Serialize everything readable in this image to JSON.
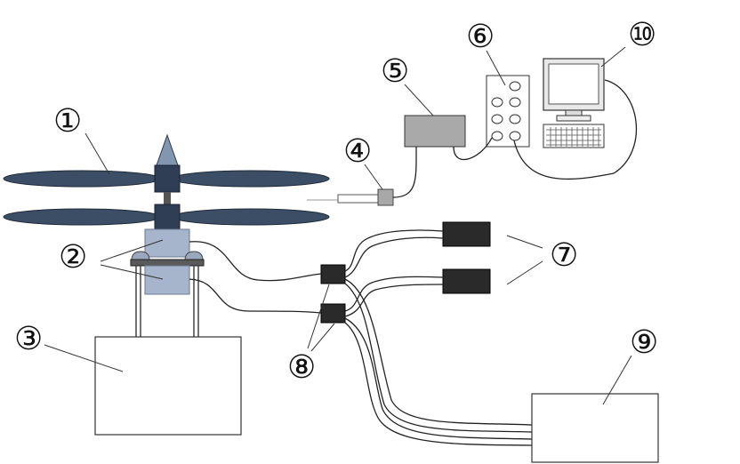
{
  "figure": {
    "labels": {
      "rotor": "①",
      "motors": "②",
      "base": "③",
      "probe": "④",
      "amplifier": "⑤",
      "daq": "⑥",
      "batteries": "⑦",
      "esc": "⑧",
      "controller": "⑨",
      "computer": "⑩"
    }
  }
}
